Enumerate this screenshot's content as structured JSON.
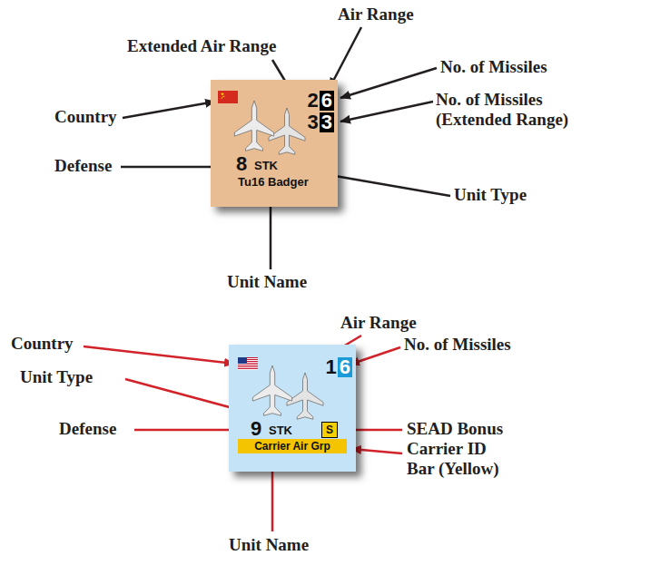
{
  "diagram": {
    "nodes": [
      {
        "text": [
          "2",
          "3",
          "8",
          "STK",
          "Tu16 Badger"
        ]
      },
      {
        "text": [
          "6"
        ],
        "in": 0
      },
      {
        "text": [
          "3"
        ],
        "in": 0
      },
      {
        "text": [
          "1",
          "9",
          "STK"
        ]
      },
      {
        "text": [
          "6"
        ],
        "in": 3
      },
      {
        "text": [
          "S"
        ],
        "in": 3
      },
      {
        "text": [
          "Carrier Air Grp"
        ],
        "in": 3
      }
    ],
    "labels": [
      "Air Range",
      "Extended Air Range",
      "Country",
      "No. of Missiles",
      "No. of Missiles (Extended Range)",
      "Defense",
      "Unit Type",
      "Unit Name",
      "Air Range",
      "Country",
      "No. of Missiles",
      "Unit Type",
      "Defense",
      "SEAD Bonus",
      "Carrier ID Bar (Yellow)",
      "Unit Name"
    ]
  }
}
